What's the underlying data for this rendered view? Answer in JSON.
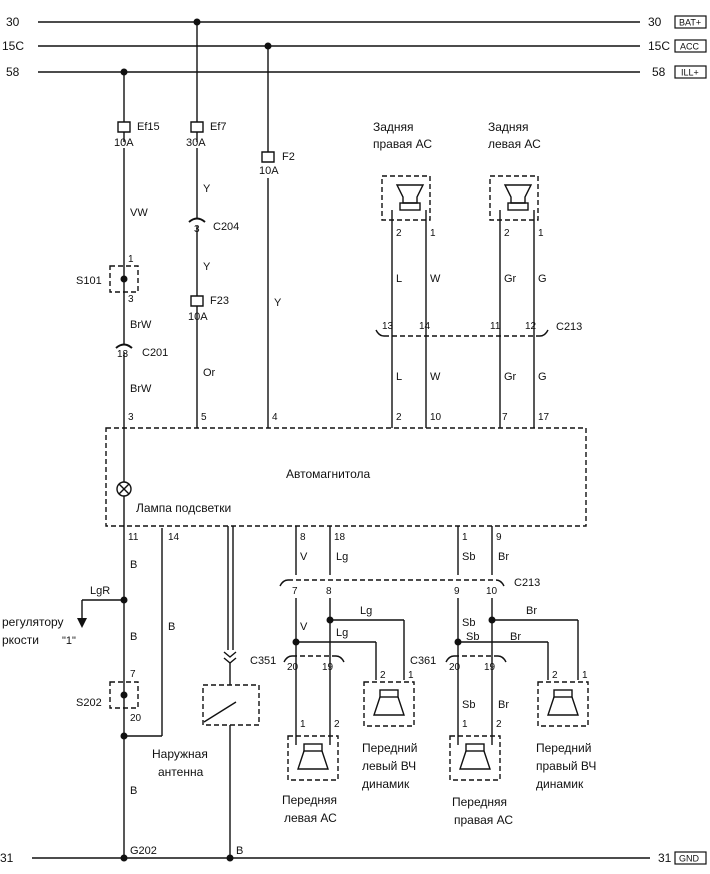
{
  "rails": {
    "r30": {
      "left": "30",
      "right": "30",
      "tag": "BAT+"
    },
    "r15c": {
      "left": "15C",
      "right": "15C",
      "tag": "ACC"
    },
    "r58": {
      "left": "58",
      "right": "58",
      "tag": "ILL+"
    },
    "r31": {
      "left": "31",
      "right": "31",
      "tag": "GND"
    }
  },
  "fuses": {
    "ef15": {
      "name": "Ef15",
      "rating": "10A"
    },
    "ef7": {
      "name": "Ef7",
      "rating": "30A"
    },
    "f2": {
      "name": "F2",
      "rating": "10A"
    },
    "f23": {
      "name": "F23",
      "rating": "10A"
    }
  },
  "connectors": {
    "s101": "S101",
    "s202": "S202",
    "c201": "C201",
    "c204": "C204",
    "c213_top": "C213",
    "c213_bot": "C213",
    "c351_left": "C351",
    "c351_right": "C361",
    "g202": "G202"
  },
  "head_unit": {
    "title": "Автомагнитола",
    "lamp": "Лампа подсветки"
  },
  "speakers": {
    "rear_right": [
      "Задняя",
      "правая АС"
    ],
    "rear_left": [
      "Задняя",
      "левая АС"
    ],
    "front_left": [
      "Передняя",
      "левая АС"
    ],
    "front_right": [
      "Передняя",
      "правая АС"
    ],
    "tw_left": [
      "Передний",
      "левый ВЧ",
      "динамик"
    ],
    "tw_right": [
      "Передний",
      "правый ВЧ",
      "динамик"
    ]
  },
  "antenna": [
    "Наружная",
    "антенна"
  ],
  "dimmer": {
    "line1": "регулятору",
    "line2": "ркости",
    "ref": "\"1\""
  },
  "wire_colors": {
    "vw": "VW",
    "y1": "Y",
    "y2": "Y",
    "yf2": "Y",
    "brw1": "BrW",
    "brw2": "BrW",
    "or": "Or",
    "rr_l": "L",
    "rr_w": "W",
    "rl_gr": "Gr",
    "rl_g": "G",
    "rr_l2": "L",
    "rr_w2": "W",
    "rl_gr2": "Gr",
    "rl_g2": "G",
    "b_left": "B",
    "b_left2": "B",
    "b_left3": "B",
    "b14": "B",
    "lgr": "LgR",
    "b_ant": "B",
    "v1": "V",
    "lg1": "Lg",
    "sb1": "Sb",
    "br1": "Br",
    "v2": "V",
    "lg2": "Lg",
    "lg3": "Lg",
    "sb2": "Sb",
    "sb3": "Sb",
    "br2": "Br",
    "br3": "Br",
    "sb4": "Sb",
    "br4": "Br"
  },
  "pins": {
    "s101_top": "1",
    "s101_bot": "3",
    "c201": "13",
    "c204": "3",
    "hu_3": "3",
    "hu_5": "5",
    "hu_4": "4",
    "hu_2": "2",
    "hu_10": "10",
    "hu_7": "7",
    "hu_17": "17",
    "c213_13": "13",
    "c213_14": "14",
    "c213_11": "11",
    "c213_12": "12",
    "rr_2": "2",
    "rr_1": "1",
    "rl_2": "2",
    "rl_1": "1",
    "hu_11": "11",
    "hu_14": "14",
    "hu_8": "8",
    "hu_18": "18",
    "hu_1": "1",
    "hu_9": "9",
    "b_7": "7",
    "b_8": "8",
    "b_9": "9",
    "b_10": "10",
    "c351_20": "20",
    "c351_19": "19",
    "c361_20": "20",
    "c361_19": "19",
    "fl_1": "1",
    "fl_2": "2",
    "fr_1": "1",
    "fr_2": "2",
    "twl_2": "2",
    "twl_1": "1",
    "twr_2": "2",
    "twr_1": "1",
    "s202_7": "7",
    "s202_20": "20"
  }
}
